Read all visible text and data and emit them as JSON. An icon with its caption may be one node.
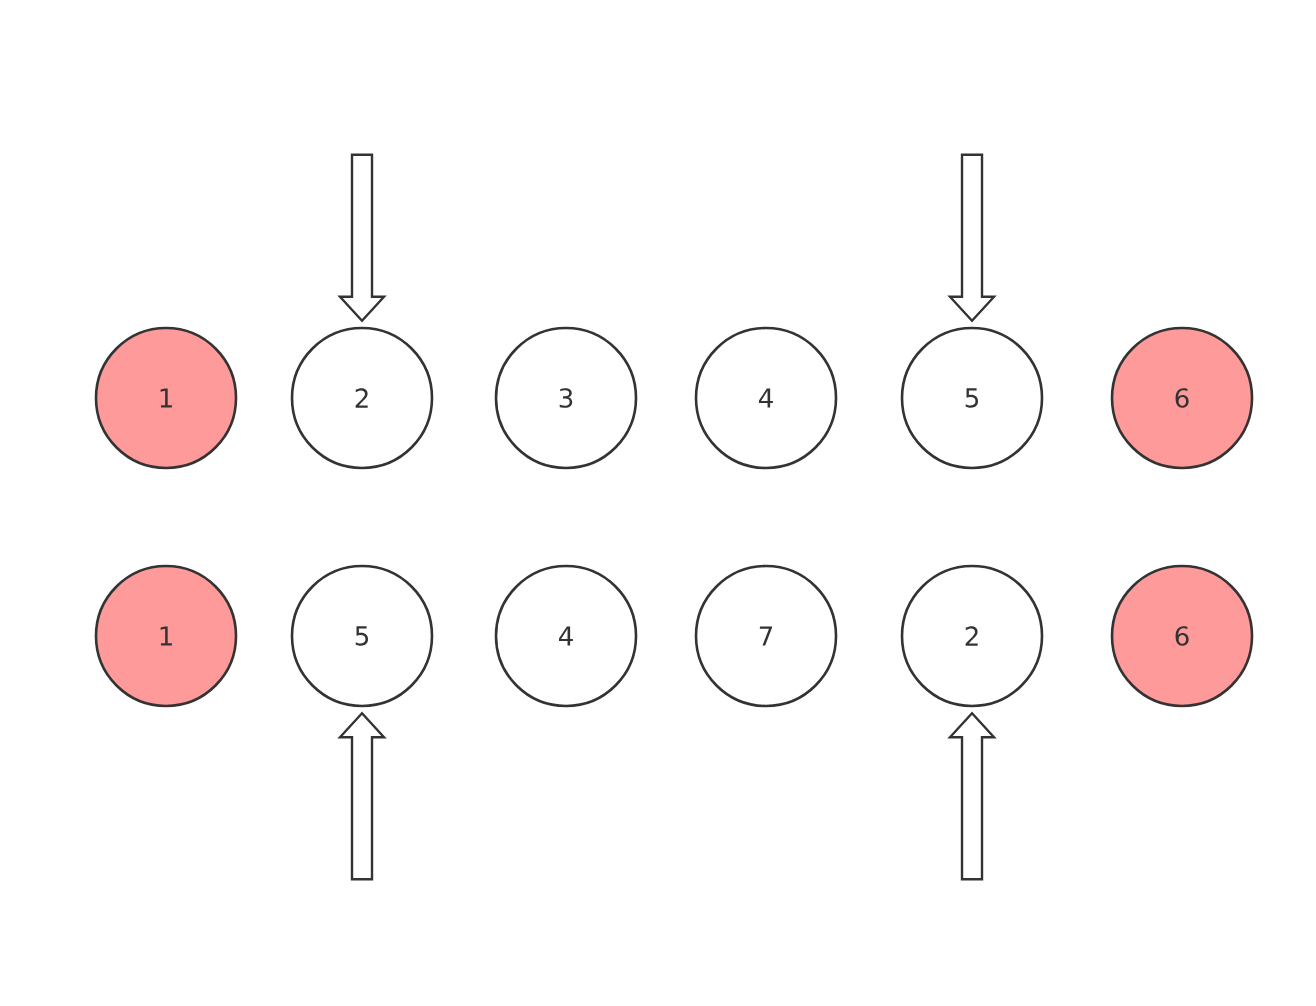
{
  "diagram": {
    "nodes": [
      {
        "text": [
          "1"
        ]
      },
      {
        "text": [
          "2"
        ]
      },
      {
        "text": [
          "3"
        ]
      },
      {
        "text": [
          "4"
        ]
      },
      {
        "text": [
          "5"
        ]
      },
      {
        "text": [
          "6"
        ]
      },
      {
        "text": [
          "1"
        ]
      },
      {
        "text": [
          "5"
        ]
      },
      {
        "text": [
          "4"
        ]
      },
      {
        "text": [
          "7"
        ]
      },
      {
        "text": [
          "2"
        ]
      },
      {
        "text": [
          "6"
        ]
      }
    ],
    "edges": [
      {
        "from": null,
        "to": 1,
        "arrow": "to"
      },
      {
        "from": null,
        "to": 4,
        "arrow": "to"
      },
      {
        "from": null,
        "to": 7,
        "arrow": "to"
      },
      {
        "from": null,
        "to": 10,
        "arrow": "to"
      }
    ]
  }
}
